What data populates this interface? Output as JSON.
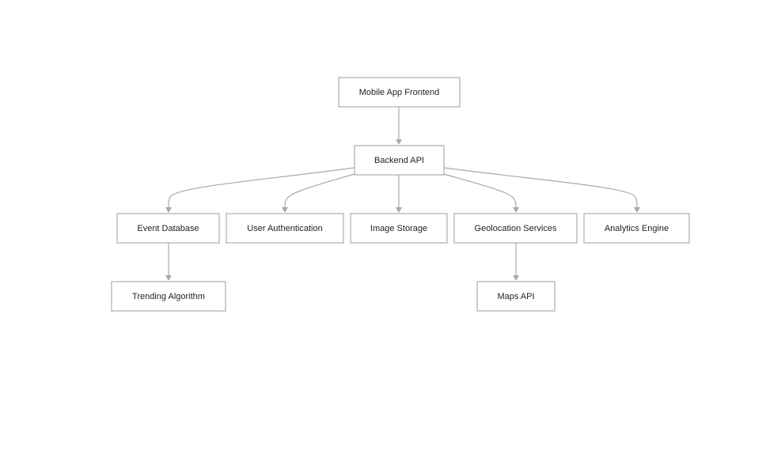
{
  "diagram": {
    "nodes": [
      {
        "id": "mobile-app-frontend",
        "label": "Mobile App Frontend"
      },
      {
        "id": "backend-api",
        "label": "Backend API"
      },
      {
        "id": "event-database",
        "label": "Event Database"
      },
      {
        "id": "user-authentication",
        "label": "User Authentication"
      },
      {
        "id": "image-storage",
        "label": "Image Storage"
      },
      {
        "id": "geolocation-services",
        "label": "Geolocation Services"
      },
      {
        "id": "analytics-engine",
        "label": "Analytics Engine"
      },
      {
        "id": "trending-algorithm",
        "label": "Trending Algorithm"
      },
      {
        "id": "maps-api",
        "label": "Maps API"
      }
    ],
    "edges": [
      {
        "from": "mobile-app-frontend",
        "to": "backend-api"
      },
      {
        "from": "backend-api",
        "to": "event-database"
      },
      {
        "from": "backend-api",
        "to": "user-authentication"
      },
      {
        "from": "backend-api",
        "to": "image-storage"
      },
      {
        "from": "backend-api",
        "to": "geolocation-services"
      },
      {
        "from": "backend-api",
        "to": "analytics-engine"
      },
      {
        "from": "event-database",
        "to": "trending-algorithm"
      },
      {
        "from": "geolocation-services",
        "to": "maps-api"
      }
    ],
    "colors": {
      "edge": "#a8a8a8",
      "node_border": "#b3b3b3",
      "node_fill": "#ffffff",
      "text": "#1f1f1f"
    }
  }
}
